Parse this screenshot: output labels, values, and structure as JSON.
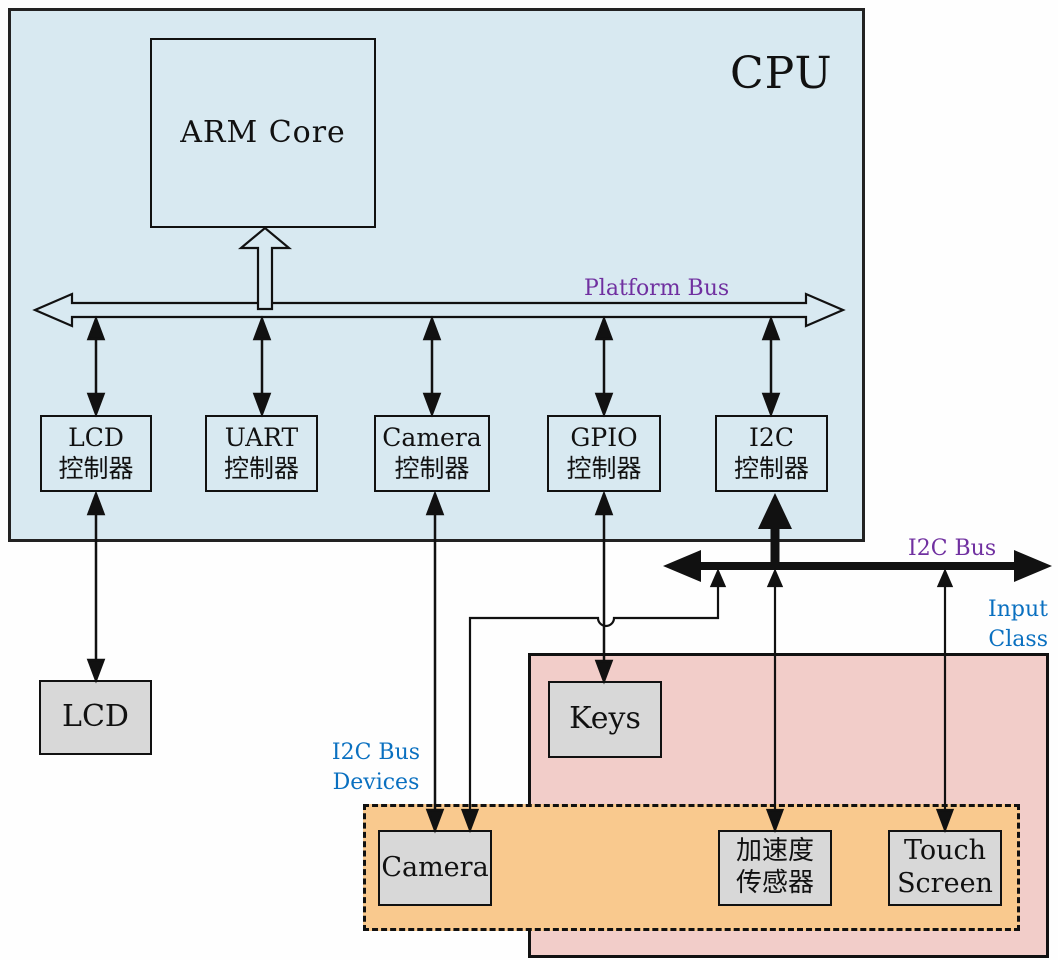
{
  "cpu": {
    "label": "CPU",
    "arm_core_label": "ARM Core",
    "platform_bus_label": "Platform Bus",
    "controllers": [
      {
        "line1": "LCD",
        "line2": "控制器"
      },
      {
        "line1": "UART",
        "line2": "控制器"
      },
      {
        "line1": "Camera",
        "line2": "控制器"
      },
      {
        "line1": "GPIO",
        "line2": "控制器"
      },
      {
        "line1": "I2C",
        "line2": "控制器"
      }
    ]
  },
  "i2c_bus": {
    "label": "I2C Bus"
  },
  "input_class_group": {
    "label_line1": "Input",
    "label_line2": "Class"
  },
  "i2c_devices_group": {
    "label_line1": "I2C Bus",
    "label_line2": "Devices"
  },
  "devices": {
    "lcd": "LCD",
    "keys": "Keys",
    "camera": "Camera",
    "accel_line1": "加速度",
    "accel_line2": "传感器",
    "touch_line1": "Touch",
    "touch_line2": "Screen"
  },
  "colors": {
    "cpu_fill": "#d8e9f1",
    "device_fill": "#d8d8d8",
    "input_class_fill": "#f2cdc9",
    "i2c_devices_fill": "#f9c98e",
    "bus_label_purple": "#7030a0",
    "annotation_blue": "#0a70c0",
    "line_black": "#111111"
  }
}
